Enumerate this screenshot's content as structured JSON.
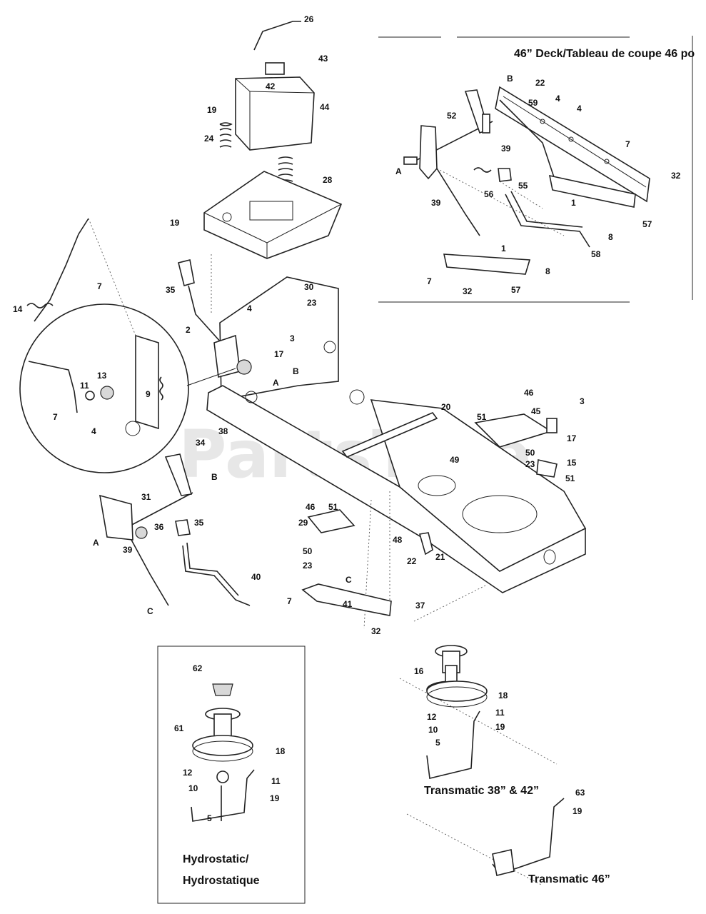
{
  "watermark": "PartsTree",
  "sections": {
    "deck46": {
      "title": "46” Deck/Tableau de coupe 46 po"
    },
    "hydrostatic": {
      "line1": "Hydrostatic/",
      "line2": "Hydrostatique"
    },
    "transmatic3842": {
      "title": "Transmatic 38” & 42”"
    },
    "transmatic46": {
      "title": "Transmatic 46”"
    }
  },
  "callouts": {
    "p26": "26",
    "p43": "43",
    "p42": "42",
    "p44": "44",
    "p19a": "19",
    "p24": "24",
    "p28": "28",
    "p19b": "19",
    "p7a": "7",
    "p14": "14",
    "p35a": "35",
    "p2": "2",
    "p30": "30",
    "p4a": "4",
    "p23a": "23",
    "p3a": "3",
    "p17a": "17",
    "pB1": "B",
    "pA1": "A",
    "p11a": "11",
    "p13": "13",
    "p9": "9",
    "p7b": "7",
    "p4b": "4",
    "p38": "38",
    "p34": "34",
    "p20": "20",
    "p46a": "46",
    "p3b": "3",
    "p45": "45",
    "p51a": "51",
    "p17b": "17",
    "p49": "49",
    "p50a": "50",
    "p23b": "23",
    "p15": "15",
    "p51b": "51",
    "pB2": "B",
    "p31": "31",
    "p36": "36",
    "p35b": "35",
    "pA2": "A",
    "p39a": "39",
    "p40": "40",
    "pC1": "C",
    "p46b": "46",
    "p51c": "51",
    "p29": "29",
    "p48": "48",
    "p21": "21",
    "p22a": "22",
    "p50b": "50",
    "p23c": "23",
    "pC2": "C",
    "p7c": "7",
    "p41": "41",
    "p37": "37",
    "p32a": "32",
    "d_B": "B",
    "d_22": "22",
    "d_59": "59",
    "d_4a": "4",
    "d_4b": "4",
    "d_52": "52",
    "d_A": "A",
    "d_39a": "39",
    "d_56": "56",
    "d_55": "55",
    "d_7a": "7",
    "d_32a": "32",
    "d_1a": "1",
    "d_57a": "57",
    "d_8a": "8",
    "d_39b": "39",
    "d_58": "58",
    "d_1b": "1",
    "d_8b": "8",
    "d_7b": "7",
    "d_32b": "32",
    "d_57b": "57",
    "h_62": "62",
    "h_61": "61",
    "h_18": "18",
    "h_12": "12",
    "h_11": "11",
    "h_10": "10",
    "h_19": "19",
    "h_5": "5",
    "t_16": "16",
    "t_18": "18",
    "t_12": "12",
    "t_11": "11",
    "t_10": "10",
    "t_19": "19",
    "t_5": "5",
    "t_63": "63",
    "t_19b": "19"
  }
}
